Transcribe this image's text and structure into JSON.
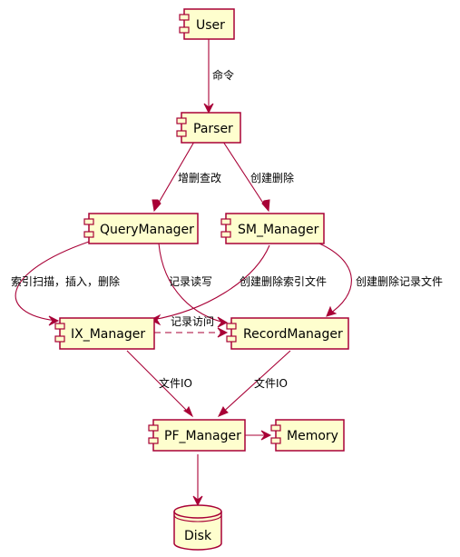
{
  "components": {
    "user": "User",
    "parser": "Parser",
    "query_manager": "QueryManager",
    "sm_manager": "SM_Manager",
    "ix_manager": "IX_Manager",
    "record_manager": "RecordManager",
    "pf_manager": "PF_Manager",
    "memory": "Memory",
    "disk": "Disk"
  },
  "edge_labels": {
    "user_parser": "命令",
    "parser_query": "增删查改",
    "parser_sm": "创建删除",
    "query_ix": "索引扫描，插入，删除",
    "query_record": "记录读写",
    "sm_ix": "创建删除索引文件",
    "sm_record": "创建删除记录文件",
    "ix_record": "记录访问",
    "ix_pf": "文件IO",
    "record_pf": "文件IO"
  },
  "colors": {
    "box_fill": "#fefece",
    "box_border": "#a80036",
    "arrow": "#a80036"
  }
}
